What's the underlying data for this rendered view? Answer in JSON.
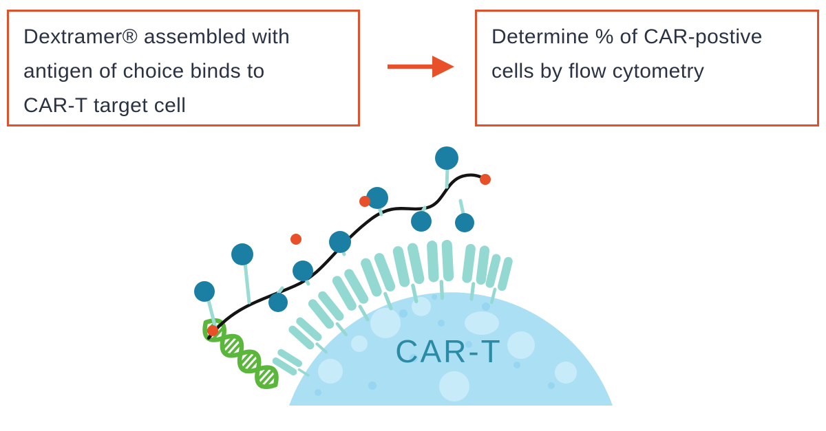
{
  "steps": {
    "box1": {
      "line1": "Dextramer® assembled with",
      "line2": "antigen of choice binds to",
      "line3": "CAR-T target cell"
    },
    "box2": {
      "line1": "Determine % of CAR-postive",
      "line2": "cells by flow cytometry"
    },
    "arrow_icon": "→"
  },
  "diagram": {
    "cell_label": "CAR-T",
    "icon_legend": {
      "car-t-cell": "light blue cell body",
      "car-receptor-icon": "paired capsule CAR receptor",
      "dextramer-backbone": "black wavy dextran backbone",
      "antigen-bead": "teal antigen sphere",
      "fluorophore-dot": "orange fluorophore dot",
      "dna-helix-icon": "green DNA double helix"
    }
  },
  "colors": {
    "accent_orange": "#E8502A",
    "box_border": "#E0512B",
    "text_dark": "#2B3242",
    "antigen_teal": "#1B7FA4",
    "receptor_teal": "#93D9D2",
    "cell_blue": "#ABDFF4",
    "cell_label_teal": "#2B8BA4",
    "dna_green": "#5BB63C",
    "backbone_black": "#141414",
    "background": "#FFFFFF"
  }
}
